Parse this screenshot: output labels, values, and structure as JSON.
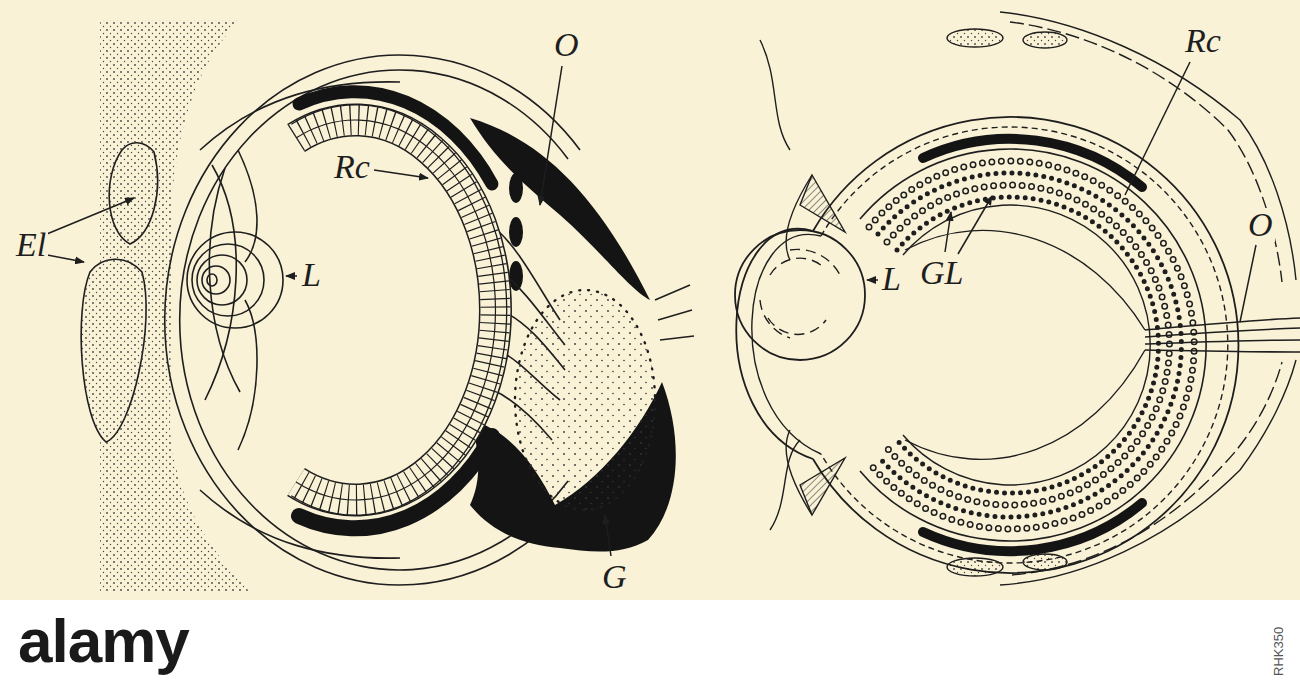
{
  "diagram": {
    "labels": [
      "El",
      "Rc",
      "O",
      "L",
      "G",
      "Rc",
      "GL",
      "O",
      "L",
      "alamy",
      "RHK350"
    ]
  }
}
